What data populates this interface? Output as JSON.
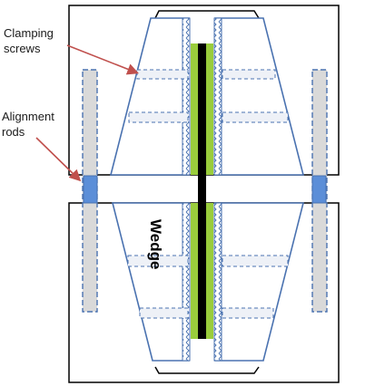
{
  "labels": {
    "clamping_screws": "Clamping\nscrews",
    "alignment_rods": "Alignment\nrods",
    "wedge": "Wedge"
  },
  "colors": {
    "outline": "#000000",
    "wedge_line": "#4a72b0",
    "screw_fill": "#eef1f7",
    "rod_fill": "#d9d9d9",
    "rod_cap": "#5b8ed8",
    "sample_black": "#000000",
    "sample_green": "#9acd3c",
    "annotation_arrow": "#c0504d"
  }
}
